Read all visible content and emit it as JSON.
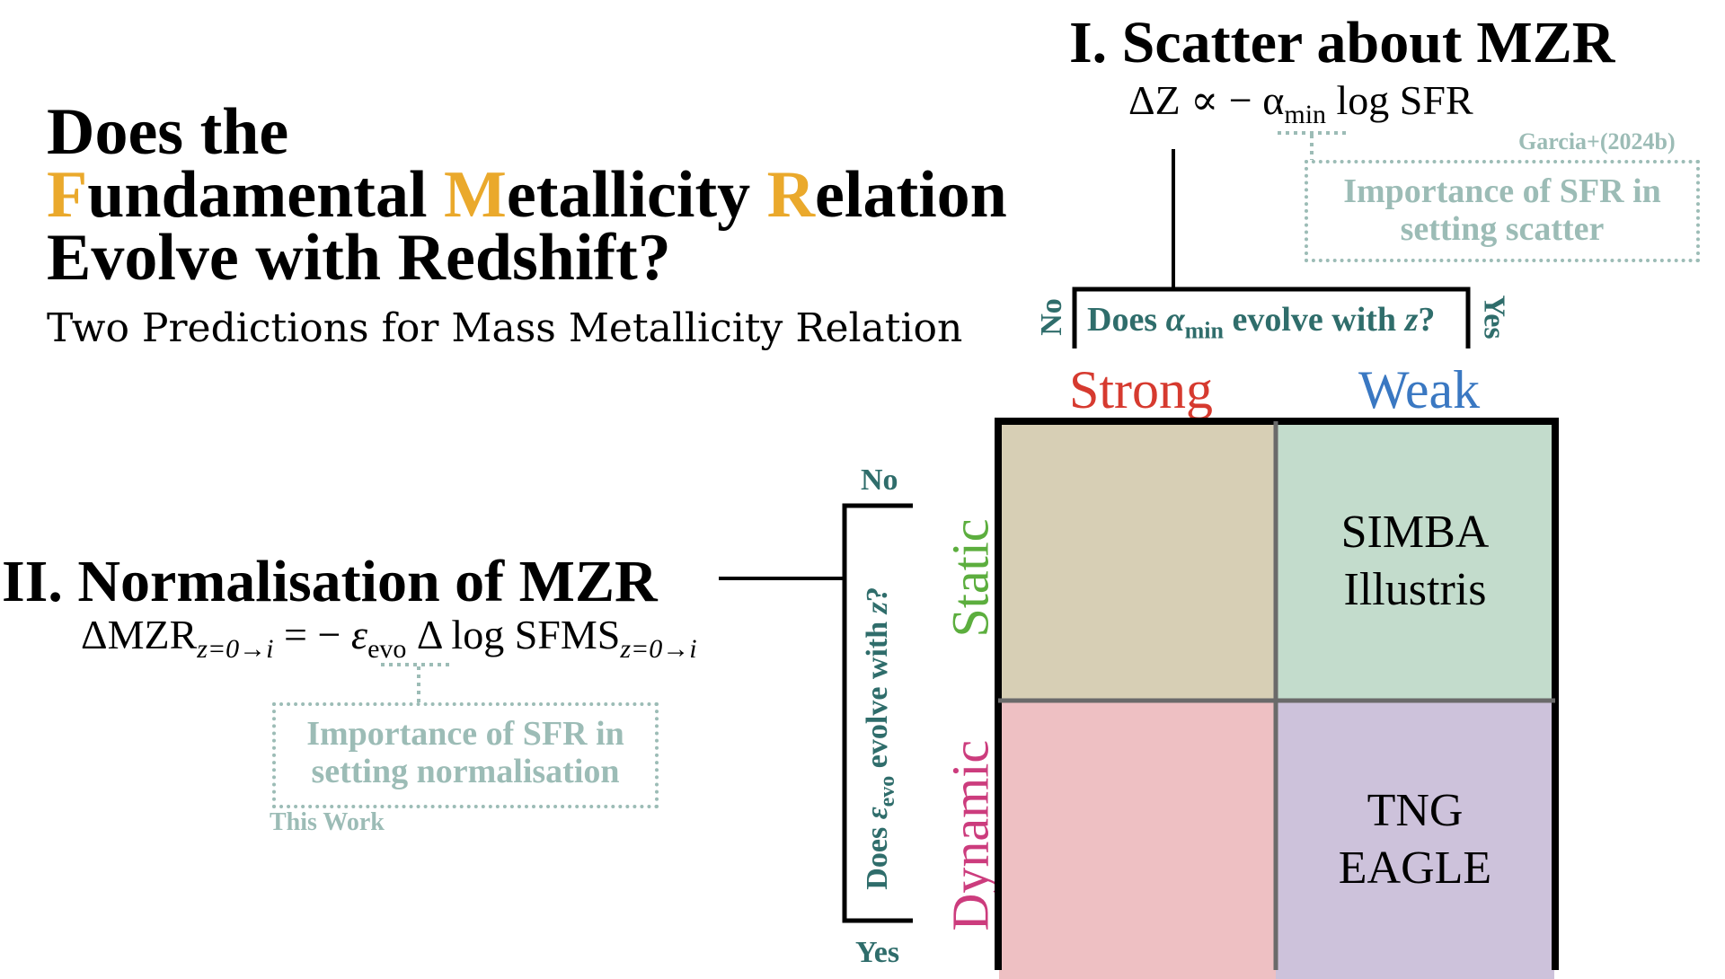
{
  "title": {
    "line1": "Does the",
    "f_letter": "F",
    "f_rest": "undamental ",
    "m_letter": "M",
    "m_rest": "etallicity ",
    "r_letter": "R",
    "r_rest": "elation",
    "line3": "Evolve with Redshift?",
    "highlight_color": "#eaa92c"
  },
  "subtitle": "Two Predictions for Mass Metallicity Relation",
  "section1": {
    "heading": "I. Scatter about MZR",
    "formula_left": "ΔZ ∝ − α",
    "formula_sub": "min",
    "formula_right": " log SFR",
    "citation": "Garcia+(2024b)",
    "note": "Importance of SFR in setting scatter",
    "question_pre": "Does ",
    "question_alpha": "α",
    "question_sub": "min",
    "question_post": " evolve with ",
    "question_z": "z",
    "question_end": "?",
    "no_label": "No",
    "yes_label": "Yes"
  },
  "section2": {
    "heading": "II. Normalisation of MZR",
    "formula_a": "ΔMZR",
    "formula_a_sub": "z=0→i",
    "formula_b": " = − ",
    "formula_eps": "ε",
    "formula_eps_sub": "evo",
    "formula_c": " Δ log SFMS",
    "formula_c_sub": "z=0→i",
    "note": "Importance of SFR in setting normalisation",
    "citation": "This Work",
    "question_pre": "Does ",
    "question_eps": "ε",
    "question_sub": "evo",
    "question_post": " evolve with ",
    "question_z": "z",
    "question_end": "?",
    "no_label": "No",
    "yes_label": "Yes"
  },
  "columns": {
    "strong": "Strong",
    "weak": "Weak",
    "strong_color": "#d63a2f",
    "weak_color": "#3a78c2"
  },
  "rows": {
    "static": "Static",
    "dynamic": "Dynamic",
    "static_color": "#5cae3e",
    "dynamic_color": "#cc3c7d"
  },
  "grid": {
    "top_left": "",
    "top_right_line1": "SIMBA",
    "top_right_line2": "Illustris",
    "bottom_left": "",
    "bottom_right_line1": "TNG",
    "bottom_right_line2": "EAGLE",
    "colors": {
      "top_left": "#d7cfb5",
      "top_right": "#c3dccc",
      "bottom_left": "#eec0c3",
      "bottom_right": "#cdc2db"
    }
  }
}
